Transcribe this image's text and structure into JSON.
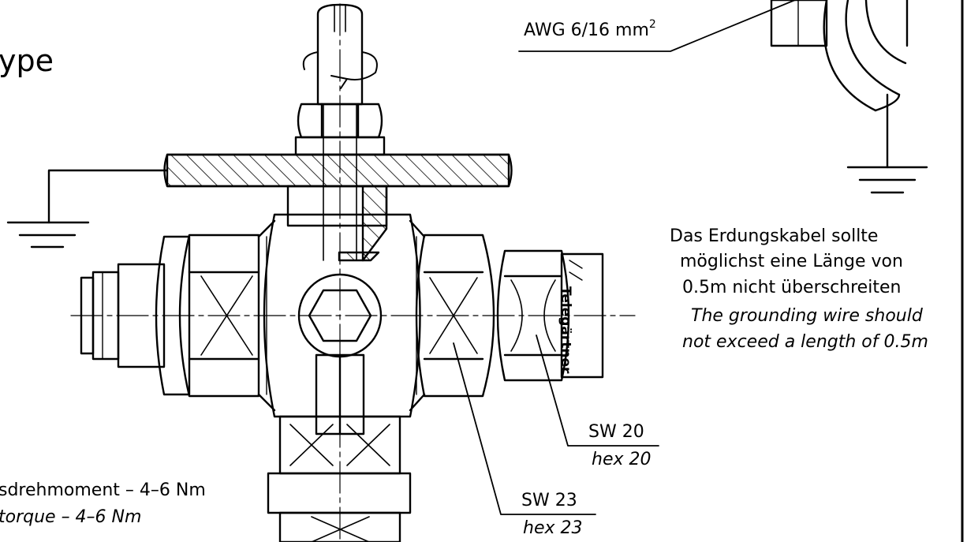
{
  "title_fragment": "ype",
  "wire_spec": {
    "text": "AWG 6/16 mm",
    "superscript": "2"
  },
  "grounding_note": {
    "de_line1": "Das Erdungskabel sollte",
    "de_line2": "möglichst eine Länge von",
    "de_line3": "0.5m nicht überschreiten",
    "en_line1": "The grounding wire should",
    "en_line2": "not exceed a length of 0.5m"
  },
  "hex_20": {
    "de": "SW 20",
    "en": "hex 20"
  },
  "hex_23": {
    "de": "SW 23",
    "en": "hex 23"
  },
  "torque": {
    "de": "sdrehmoment – 4–6 Nm",
    "en": "torque – 4–6 Nm"
  },
  "brand_logo_text": "Telegärtner",
  "colors": {
    "line": "#000000",
    "background": "#ffffff"
  }
}
